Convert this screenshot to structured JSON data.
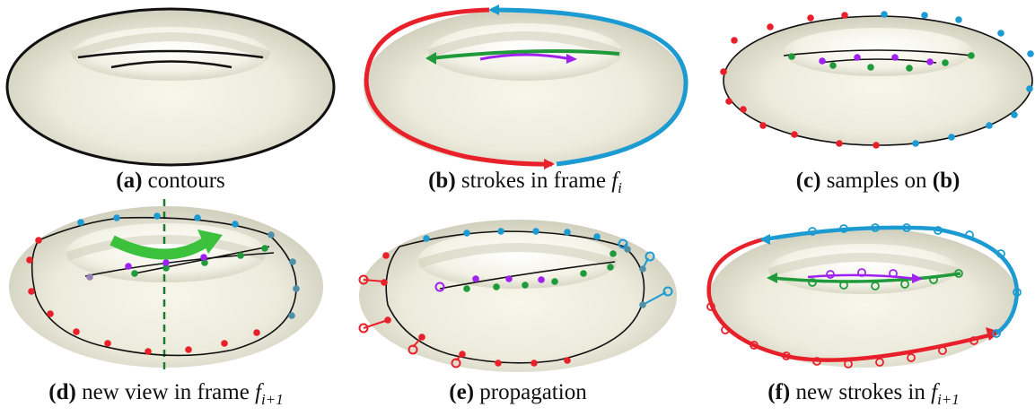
{
  "panels": [
    {
      "letter": "(a)",
      "text": " contours",
      "math": "",
      "sub": "",
      "suffix_bold": ""
    },
    {
      "letter": "(b)",
      "text": " strokes in frame ",
      "math": "f",
      "sub": "i",
      "suffix_bold": ""
    },
    {
      "letter": "(c)",
      "text": " samples on ",
      "math": "",
      "sub": "",
      "suffix_bold": "(b)"
    },
    {
      "letter": "(d)",
      "text": " new view in frame ",
      "math": "f",
      "sub": "i+1",
      "suffix_bold": ""
    },
    {
      "letter": "(e)",
      "text": " propagation",
      "math": "",
      "sub": "",
      "suffix_bold": ""
    },
    {
      "letter": "(f)",
      "text": " new strokes in ",
      "math": "f",
      "sub": "i+1",
      "suffix_bold": ""
    }
  ],
  "colors": {
    "torus_fill": "#ecebdc",
    "torus_shade": "#c8c7b4",
    "contour": "#111111",
    "red": "#e8202a",
    "blue": "#1b9bd1",
    "green": "#1f9a3a",
    "purple": "#a020f0",
    "grey_blue": "#4f8fa8",
    "arrow_green": "#3cc13c"
  }
}
